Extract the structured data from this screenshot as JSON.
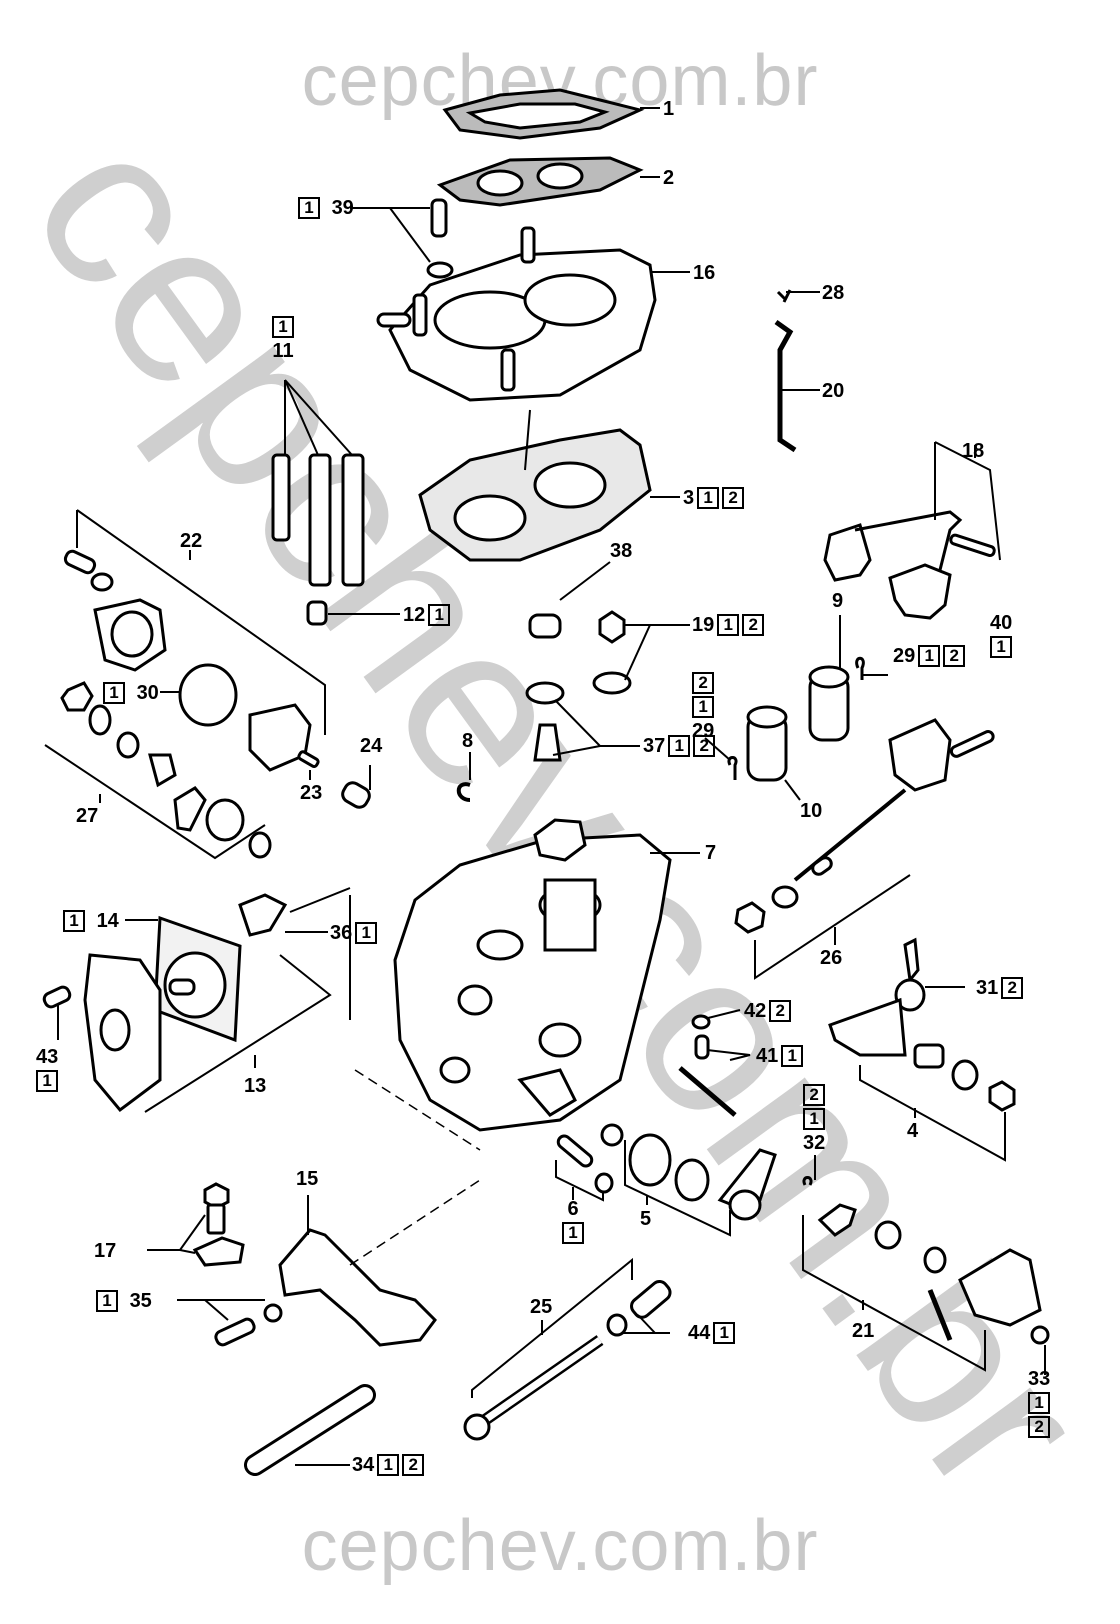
{
  "watermark": {
    "top": "cepchev.com.br",
    "bottom": "cepchev.com.br",
    "diagonal": "cepchev.com.br",
    "color": "#c8c8c8"
  },
  "diagram": {
    "subject": "Carburetor exploded view",
    "callouts": [
      {
        "id": "c1",
        "number": "1",
        "tags": [],
        "tags_before": []
      },
      {
        "id": "c2",
        "number": "2",
        "tags": [],
        "tags_before": []
      },
      {
        "id": "c39",
        "number": "39",
        "tags": [],
        "tags_before": [
          "1"
        ]
      },
      {
        "id": "c16",
        "number": "16",
        "tags": [],
        "tags_before": []
      },
      {
        "id": "c28",
        "number": "28",
        "tags": [],
        "tags_before": []
      },
      {
        "id": "c20",
        "number": "20",
        "tags": [],
        "tags_before": []
      },
      {
        "id": "c11",
        "number": "11",
        "tags_above": [
          "1"
        ]
      },
      {
        "id": "c18",
        "number": "18",
        "tags": [],
        "tags_before": []
      },
      {
        "id": "c3",
        "number": "3",
        "tags": [
          "1",
          "2"
        ],
        "tags_before": []
      },
      {
        "id": "c22",
        "number": "22",
        "tags": [],
        "tags_before": []
      },
      {
        "id": "c38",
        "number": "38",
        "tags": [],
        "tags_before": []
      },
      {
        "id": "c40",
        "number": "40",
        "tags_below": [
          "1"
        ]
      },
      {
        "id": "c12",
        "number": "12",
        "tags": [
          "1"
        ],
        "tags_before": []
      },
      {
        "id": "c19",
        "number": "19",
        "tags": [
          "1",
          "2"
        ],
        "tags_before": []
      },
      {
        "id": "c9",
        "number": "9",
        "tags": [],
        "tags_before": []
      },
      {
        "id": "c29a",
        "number": "29",
        "tags": [
          "1",
          "2"
        ],
        "tags_before": []
      },
      {
        "id": "c30",
        "number": "30",
        "tags": [],
        "tags_before": [
          "1"
        ]
      },
      {
        "id": "c29b",
        "number": "29",
        "tags_above": [
          "2",
          "1"
        ]
      },
      {
        "id": "c24",
        "number": "24",
        "tags": [],
        "tags_before": []
      },
      {
        "id": "c8",
        "number": "8",
        "tags": [],
        "tags_before": []
      },
      {
        "id": "c37",
        "number": "37",
        "tags": [
          "1",
          "2"
        ],
        "tags_before": []
      },
      {
        "id": "c23",
        "number": "23",
        "tags": [],
        "tags_before": []
      },
      {
        "id": "c10",
        "number": "10",
        "tags": [],
        "tags_before": []
      },
      {
        "id": "c27",
        "number": "27",
        "tags": [],
        "tags_before": []
      },
      {
        "id": "c7",
        "number": "7",
        "tags": [],
        "tags_before": []
      },
      {
        "id": "c14",
        "number": "14",
        "tags": [],
        "tags_before": [
          "1"
        ]
      },
      {
        "id": "c36",
        "number": "36",
        "tags": [
          "1"
        ],
        "tags_before": []
      },
      {
        "id": "c26",
        "number": "26",
        "tags": [],
        "tags_before": []
      },
      {
        "id": "c31",
        "number": "31",
        "tags": [
          "2"
        ],
        "tags_before": []
      },
      {
        "id": "c42",
        "number": "42",
        "tags": [
          "2"
        ],
        "tags_before": []
      },
      {
        "id": "c43",
        "number": "43",
        "tags_below": [
          "1"
        ]
      },
      {
        "id": "c41",
        "number": "41",
        "tags": [
          "1"
        ],
        "tags_before": []
      },
      {
        "id": "c13",
        "number": "13",
        "tags": [],
        "tags_before": []
      },
      {
        "id": "c4",
        "number": "4",
        "tags": [],
        "tags_before": []
      },
      {
        "id": "c32",
        "number": "32",
        "tags_above": [
          "2",
          "1"
        ]
      },
      {
        "id": "c15",
        "number": "15",
        "tags": [],
        "tags_before": []
      },
      {
        "id": "c6",
        "number": "6",
        "tags_below": [
          "1"
        ]
      },
      {
        "id": "c5",
        "number": "5",
        "tags": [],
        "tags_before": []
      },
      {
        "id": "c17",
        "number": "17",
        "tags": [],
        "tags_before": []
      },
      {
        "id": "c35",
        "number": "35",
        "tags": [],
        "tags_before": [
          "1"
        ]
      },
      {
        "id": "c21",
        "number": "21",
        "tags": [],
        "tags_before": []
      },
      {
        "id": "c25",
        "number": "25",
        "tags": [],
        "tags_before": []
      },
      {
        "id": "c44",
        "number": "44",
        "tags": [
          "1"
        ],
        "tags_before": []
      },
      {
        "id": "c33",
        "number": "33",
        "tags_below": [
          "1",
          "2"
        ]
      },
      {
        "id": "c34",
        "number": "34",
        "tags": [
          "1",
          "2"
        ],
        "tags_before": []
      }
    ]
  }
}
